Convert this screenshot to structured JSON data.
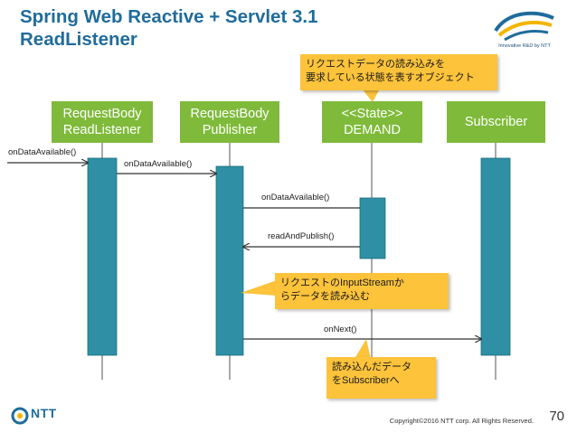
{
  "title_line1": "Spring Web Reactive + Servlet 3.1",
  "title_line2": "ReadListener",
  "logo_caption": "Innovative R&D by NTT",
  "actors": [
    {
      "line1": "RequestBody",
      "line2": "ReadListener"
    },
    {
      "line1": "RequestBody",
      "line2": "Publisher"
    },
    {
      "line1": "<<State>>",
      "line2": "DEMAND"
    },
    {
      "line1": "Subscriber",
      "line2": ""
    }
  ],
  "messages": {
    "m0": "onDataAvailable()",
    "m1": "onDataAvailable()",
    "m2": "onDataAvailable()",
    "m3": "readAndPublish()",
    "m4": "onNext()"
  },
  "callouts": {
    "c1_line1": "リクエストデータの読み込みを",
    "c1_line2": "要求している状態を表すオブジェクト",
    "c2_line1": "リクエストのInputStreamか",
    "c2_line2": "らデータを読み込む",
    "c3_line1": "読み込んだデータ",
    "c3_line2": "をSubscriberへ"
  },
  "footer": {
    "logo_text": "NTT",
    "copyright": "Copyright©2016  NTT corp. All Rights Reserved.",
    "page_number": "70"
  },
  "colors": {
    "title": "#1f6c9c",
    "actor_box": "#7fba3a",
    "activation": "#2e8fa5",
    "callout": "#fcc33b"
  }
}
